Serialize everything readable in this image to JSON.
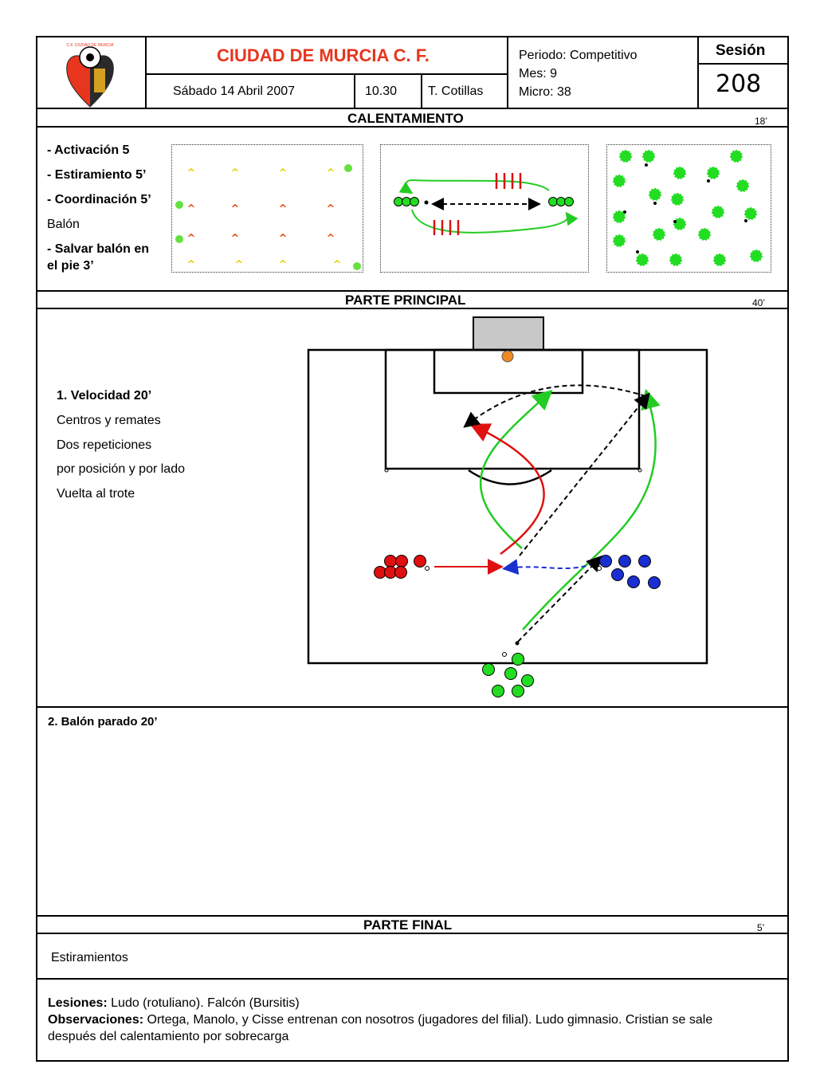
{
  "header": {
    "logo_text": "C.F. CIUDAD DE MURCIA",
    "club_name": "CIUDAD DE MURCIA C. F.",
    "date": "Sábado 14 Abril  2007",
    "time": "10.30",
    "coach": "T. Cotillas",
    "periodo": "Periodo: Competitivo",
    "mes": "Mes: 9",
    "micro": "Micro: 38",
    "sesion_label": "Sesión",
    "sesion_number": "208"
  },
  "calentamiento": {
    "heading": "CALENTAMIENTO",
    "duration": "18’",
    "items": [
      "- Activación 5",
      "- Estiramiento 5’",
      "- Coordinación 5’",
      "Balón",
      "- Salvar balón en",
      "el pie 3’"
    ]
  },
  "parte_principal": {
    "heading": "PARTE PRINCIPAL",
    "duration": "40’",
    "ex1_title": "1. Velocidad  20’",
    "ex1_lines": [
      "Centros y remates",
      "Dos repeticiones",
      "por posición y por lado",
      "Vuelta al trote"
    ],
    "ex2_title": "2. Balón parado 20’"
  },
  "parte_final": {
    "heading": "PARTE FINAL",
    "duration": "5’",
    "text": "Estiramientos"
  },
  "notes": {
    "lesiones_label": "Lesiones:",
    "lesiones_text": "Ludo (rotuliano). Falcón (Bursitis)",
    "observaciones_label": "Observaciones:",
    "observaciones_text": "Ortega, Manolo,  y Cisse entrenan con nosotros (jugadores del filial). Ludo gimnasio. Cristian se sale",
    "observaciones_text2": "después del calentamiento  por sobrecarga"
  },
  "colors": {
    "title": "#e8351e",
    "green_player": "#22dd22",
    "red_player": "#e01010",
    "blue_player": "#1a2fd0",
    "goal": "#c8c8c8",
    "keeper": "#f08a20"
  }
}
